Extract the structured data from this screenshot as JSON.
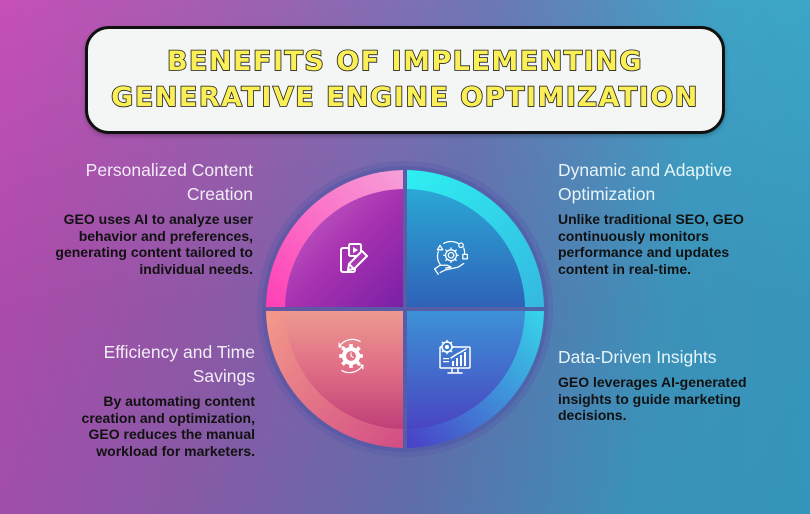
{
  "title": {
    "line1": "Benefits of Implementing",
    "line2": "Generative Engine Optimization"
  },
  "colors": {
    "title_text": "#fbef57",
    "title_box": "#f4f6f6",
    "quadrant_top_left": "#a52fb0",
    "quadrant_top_right": "#2f7fc8",
    "quadrant_bottom_left": "#e7707e",
    "quadrant_bottom_right": "#3f6ed0"
  },
  "benefits": [
    {
      "heading": "Personalized Content Creation",
      "heading_line1": "Personalized Content",
      "heading_line2": "Creation",
      "body": "GEO uses AI to analyze user behavior and preferences, generating content tailored to individual needs.",
      "icon": "content-creation-icon"
    },
    {
      "heading": "Dynamic and Adaptive Optimization",
      "heading_line1": "Dynamic and Adaptive",
      "heading_line2": "Optimization",
      "body": "Unlike traditional SEO, GEO continuously monitors performance and updates content in real-time.",
      "icon": "gear-hand-cycle-icon"
    },
    {
      "heading": "Efficiency and Time Savings",
      "heading_line1": "Efficiency and Time",
      "heading_line2": "Savings",
      "body": "By automating content creation and optimization, GEO reduces the manual workload for marketers.",
      "icon": "gear-clock-icon"
    },
    {
      "heading": "Data-Driven Insights",
      "heading_line1": "Data-Driven Insights",
      "heading_line2": "",
      "body": "GEO leverages AI-generated insights to guide marketing decisions.",
      "icon": "monitor-chart-gear-icon"
    }
  ]
}
